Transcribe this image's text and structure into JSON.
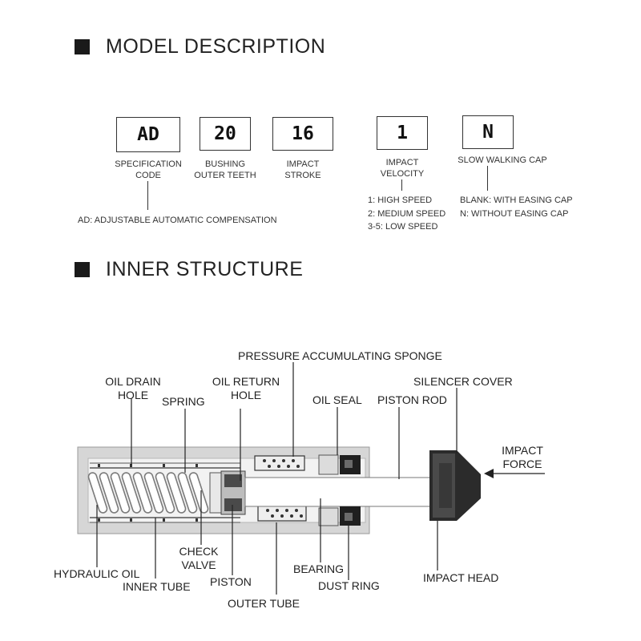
{
  "model_description": {
    "title": "MODEL DESCRIPTION",
    "codes": [
      {
        "code": "AD",
        "caption_line1": "SPECIFICATION",
        "caption_line2": "CODE"
      },
      {
        "code": "20",
        "caption_line1": "BUSHING",
        "caption_line2": "OUTER TEETH"
      },
      {
        "code": "16",
        "caption_line1": "IMPACT",
        "caption_line2": "STROKE"
      },
      {
        "code": "1",
        "caption_line1": "IMPACT",
        "caption_line2": "VELOCITY"
      },
      {
        "code": "N",
        "caption_line1": "SLOW WALKING CAP",
        "caption_line2": ""
      }
    ],
    "spec_note": "AD: ADJUSTABLE AUTOMATIC COMPENSATION",
    "velocity_notes": [
      "1:  HIGH SPEED",
      "2:  MEDIUM SPEED",
      "3-5:  LOW SPEED"
    ],
    "cap_notes": [
      "BLANK: WITH EASING CAP",
      "N: WITHOUT EASING CAP"
    ]
  },
  "inner_structure": {
    "title": "INNER STRUCTURE",
    "labels": {
      "pressure_sponge": "PRESSURE ACCUMULATING SPONGE",
      "oil_drain_hole_1": "OIL DRAIN",
      "oil_drain_hole_2": "HOLE",
      "spring": "SPRING",
      "oil_return_hole_1": "OIL RETURN",
      "oil_return_hole_2": "HOLE",
      "oil_seal": "OIL SEAL",
      "piston_rod": "PISTON ROD",
      "silencer_cover": "SILENCER COVER",
      "impact_force_1": "IMPACT",
      "impact_force_2": "FORCE",
      "check_valve_1": "CHECK",
      "check_valve_2": "VALVE",
      "hydraulic_oil": "HYDRAULIC OIL",
      "inner_tube": "INNER TUBE",
      "piston": "PISTON",
      "bearing": "BEARING",
      "dust_ring": "DUST RING",
      "outer_tube": "OUTER TUBE",
      "impact_head": "IMPACT HEAD"
    }
  },
  "colors": {
    "ink": "#222222",
    "box_border": "#333333",
    "tube_outer": "#d4d4d4",
    "tube_inner": "#ededed",
    "spring": "#8a8a8a",
    "head": "#3a3a3a",
    "accent_dark": "#1a1a1a"
  },
  "icons": [
    "square-bullet-icon",
    "arrow-left-icon"
  ]
}
